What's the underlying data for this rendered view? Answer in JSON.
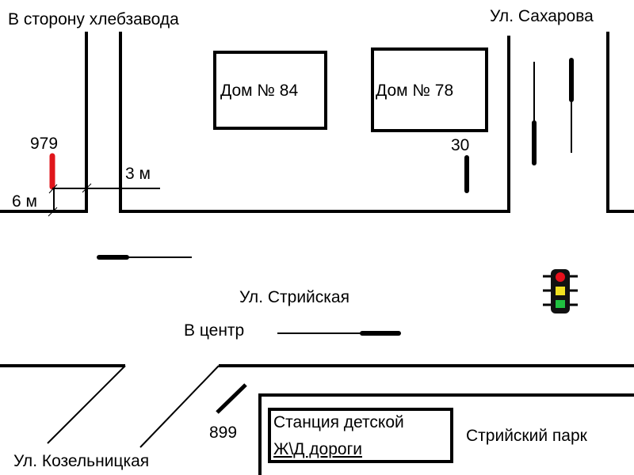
{
  "labels": {
    "to_bakery": "В сторону хлебзавода",
    "sakharova": "Ул. Сахарова",
    "house_84": "Дом № 84",
    "house_78": "Дом № 78",
    "stop_979": "979",
    "dist_3m": "3 м",
    "dist_6m": "6 м",
    "stop_30": "30",
    "striyska": "Ул. Стрийская",
    "to_center": "В центр",
    "stop_899": "899",
    "kozelnytska": "Ул. Козельницкая",
    "station_line1": "Станция детской",
    "station_line2": "Ж\\Д дороги",
    "striysky_park": "Стрийский парк"
  },
  "colors": {
    "highlight_stop": "#e0161b",
    "light_red": "#e8101c",
    "light_yellow": "#f0e020",
    "light_green": "#20c040"
  },
  "icons": {
    "traffic_light": "traffic-light-icon"
  }
}
